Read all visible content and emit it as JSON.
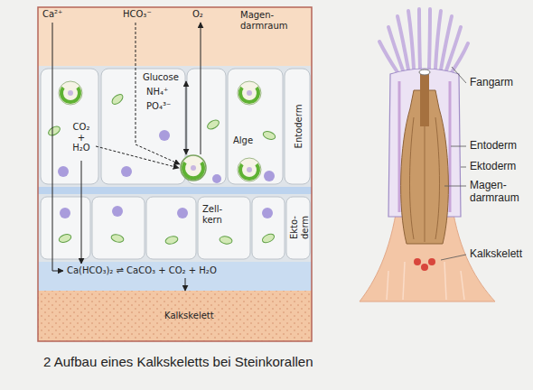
{
  "diagram": {
    "caption": "2 Aufbau eines Kalkskeletts bei Steinkorallen",
    "nodes": [
      {
        "text": [
          "Magen- darmraum"
        ]
      },
      {
        "text": [
          "Entoderm"
        ]
      },
      {
        "text": [
          "Ekto- derm"
        ]
      },
      {
        "text": [
          "Ca(HCO₃)₂ ⇌ CaCO₃ + CO₂ + H₂O"
        ]
      },
      {
        "text": [
          "Kalkskelett"
        ]
      }
    ],
    "edges": [
      {
        "from": 0,
        "to": 3,
        "arrow": "to"
      },
      {
        "from": 1,
        "to": 3,
        "arrow": "to"
      },
      {
        "from": 3,
        "to": 4,
        "arrow": "to"
      }
    ],
    "labels": [
      "Ca²⁺",
      "HCO₃⁻",
      "O₂",
      "Glucose",
      "NH₄⁺",
      "PO₄³⁻",
      "CO₂ + H₂O",
      "Alge",
      "Zell- kern",
      "Fangarm",
      "Entoderm",
      "Ektoderm",
      "Magen- darmraum",
      "Kalkskelett"
    ]
  }
}
